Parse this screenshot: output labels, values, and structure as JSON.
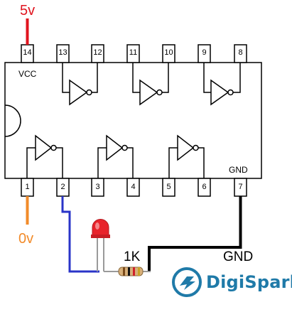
{
  "labels": {
    "vcc_supply": "5v",
    "ground_input": "0v",
    "chip_vcc": "VCC",
    "chip_gnd": "GND",
    "resistor": "1K",
    "ground_wire": "GND"
  },
  "pins": {
    "top": [
      "14",
      "13",
      "12",
      "11",
      "10",
      "9",
      "8"
    ],
    "bottom": [
      "1",
      "2",
      "3",
      "4",
      "5",
      "6",
      "7"
    ]
  },
  "brand": {
    "name": "DigiSpark"
  },
  "colors": {
    "vcc_wire": "#e0141e",
    "input_wire": "#f28b2a",
    "output_wire": "#2a34c8",
    "ground_wire": "#000000",
    "led": "#e8232b",
    "brand": "#1f7aa8"
  }
}
